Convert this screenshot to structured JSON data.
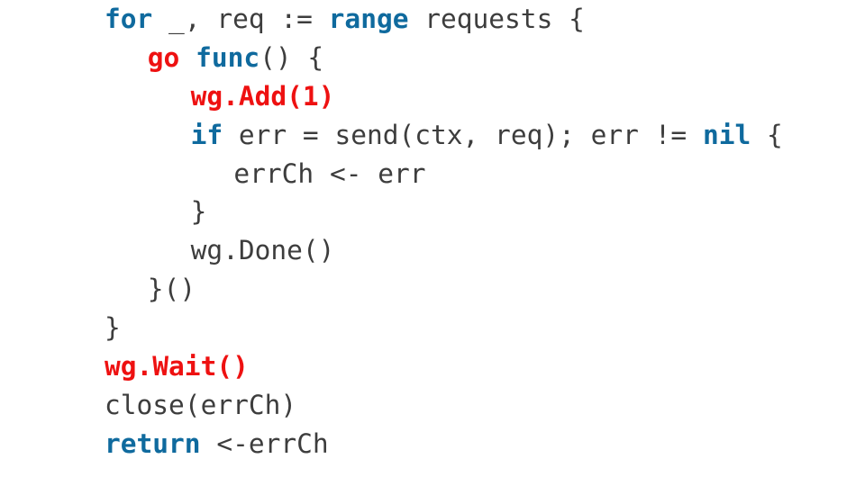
{
  "page": {
    "kind": "code-snippet",
    "language": "go",
    "background_color": "#ffffff"
  },
  "palette": {
    "plain": "#3d3d3d",
    "keyword": "#0f6a9e",
    "accent": "#ee1111"
  },
  "code": {
    "plain_text": "for _, req := range requests {\n   go func() {\n      wg.Add(1)\n      if err = send(ctx, req); err != nil {\n         errCh <- err\n      }\n      wg.Done()\n   }()\n}\nwg.Wait()\nclose(errCh)\nreturn <-errCh",
    "lines": [
      {
        "indent": 0,
        "tokens": [
          {
            "text": "for",
            "style": "keyword"
          },
          {
            "text": " _, req := ",
            "style": "plain"
          },
          {
            "text": "range",
            "style": "keyword"
          },
          {
            "text": " requests {",
            "style": "plain"
          }
        ]
      },
      {
        "indent": 1,
        "tokens": [
          {
            "text": "go",
            "style": "accent"
          },
          {
            "text": " ",
            "style": "plain"
          },
          {
            "text": "func",
            "style": "keyword"
          },
          {
            "text": "() {",
            "style": "plain"
          }
        ]
      },
      {
        "indent": 2,
        "tokens": [
          {
            "text": "wg.Add(1)",
            "style": "accent"
          }
        ]
      },
      {
        "indent": 2,
        "tokens": [
          {
            "text": "if",
            "style": "keyword"
          },
          {
            "text": " err = send(ctx, req); err != ",
            "style": "plain"
          },
          {
            "text": "nil",
            "style": "keyword"
          },
          {
            "text": " {",
            "style": "plain"
          }
        ]
      },
      {
        "indent": 3,
        "tokens": [
          {
            "text": "errCh <- err",
            "style": "plain"
          }
        ]
      },
      {
        "indent": 2,
        "tokens": [
          {
            "text": "}",
            "style": "plain"
          }
        ]
      },
      {
        "indent": 2,
        "tokens": [
          {
            "text": "wg.Done()",
            "style": "plain"
          }
        ]
      },
      {
        "indent": 1,
        "tokens": [
          {
            "text": "}()",
            "style": "plain"
          }
        ]
      },
      {
        "indent": 0,
        "tokens": [
          {
            "text": "}",
            "style": "plain"
          }
        ]
      },
      {
        "indent": 0,
        "tokens": [
          {
            "text": "wg.Wait()",
            "style": "accent"
          }
        ]
      },
      {
        "indent": 0,
        "tokens": [
          {
            "text": "close(errCh)",
            "style": "plain"
          }
        ]
      },
      {
        "indent": 0,
        "tokens": [
          {
            "text": "return",
            "style": "keyword"
          },
          {
            "text": " <-errCh",
            "style": "plain"
          }
        ]
      }
    ]
  }
}
